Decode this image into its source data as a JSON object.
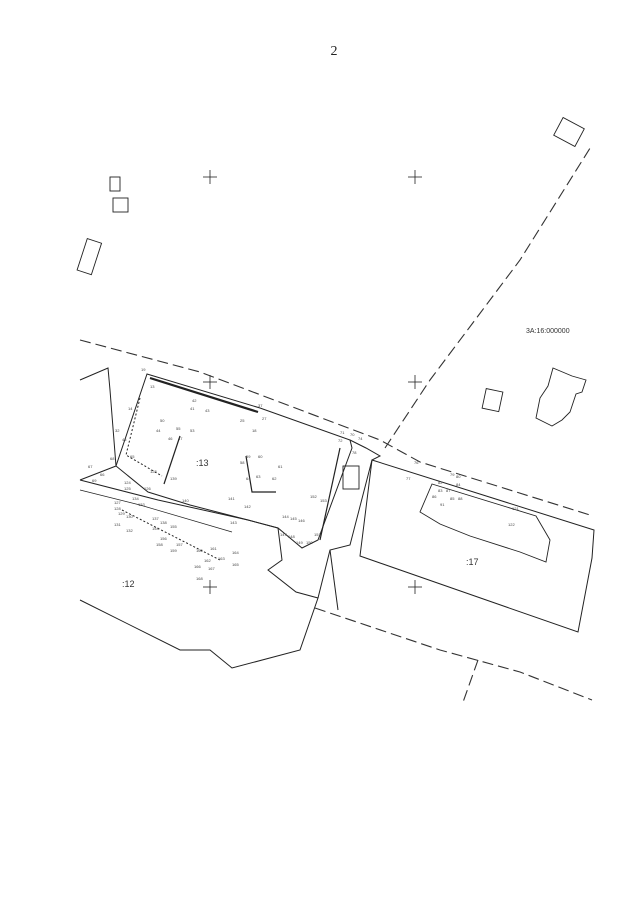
{
  "page": {
    "number": "2"
  },
  "map": {
    "parcel_labels": {
      "p13": ":13",
      "p12": ":12",
      "p17": ":17"
    },
    "faint_label": "3А:16:000000",
    "point_labels": [
      "19",
      "13",
      "14",
      "42",
      "41",
      "43",
      "37",
      "27",
      "25",
      "18",
      "32",
      "50",
      "55",
      "53",
      "44",
      "46",
      "47",
      "45",
      "59",
      "60",
      "58",
      "61",
      "63",
      "62",
      "64",
      "65",
      "67",
      "68",
      "69",
      "66",
      "71",
      "70",
      "72",
      "74",
      "78",
      "76",
      "77",
      "79",
      "80",
      "82",
      "84",
      "83",
      "87",
      "86",
      "85",
      "88",
      "91",
      "121",
      "122",
      "123",
      "124",
      "125",
      "126",
      "127",
      "128",
      "129",
      "130",
      "131",
      "134",
      "133",
      "132",
      "137",
      "138",
      "139",
      "140",
      "141",
      "142",
      "143",
      "144",
      "145",
      "146",
      "147",
      "148",
      "149",
      "150",
      "151",
      "152",
      "153",
      "154",
      "155",
      "156",
      "157",
      "158",
      "159",
      "160",
      "161",
      "162",
      "163",
      "164",
      "165",
      "166",
      "167",
      "168"
    ]
  }
}
